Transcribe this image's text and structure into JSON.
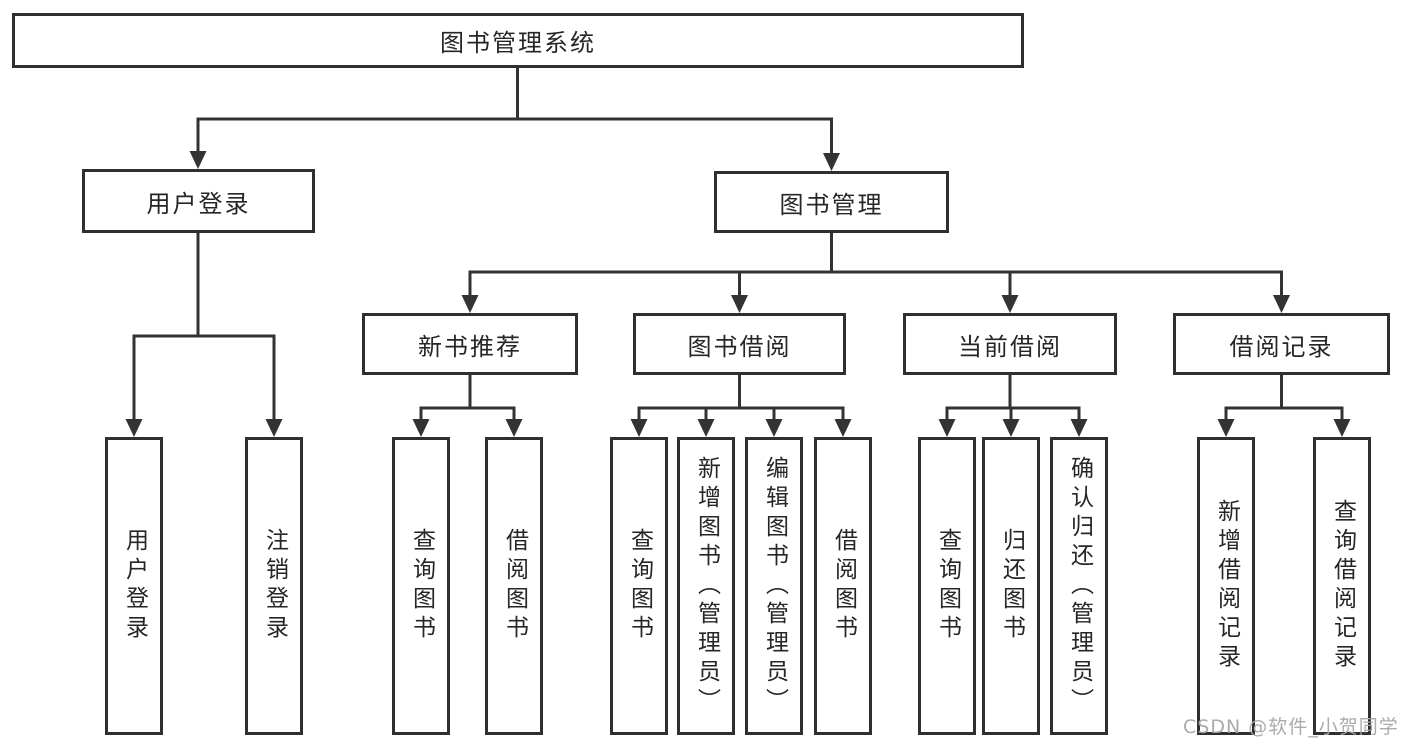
{
  "diagram": {
    "root": {
      "label": "图书管理系统"
    },
    "branches": [
      {
        "label": "用户登录",
        "children": [
          {
            "label": "用户登录"
          },
          {
            "label": "注销登录"
          }
        ]
      },
      {
        "label": "图书管理",
        "children": [
          {
            "label": "新书推荐",
            "children": [
              {
                "label": "查询图书"
              },
              {
                "label": "借阅图书"
              }
            ]
          },
          {
            "label": "图书借阅",
            "children": [
              {
                "label": "查询图书"
              },
              {
                "label": "新增图书（管理员）"
              },
              {
                "label": "编辑图书（管理员）"
              },
              {
                "label": "借阅图书"
              }
            ]
          },
          {
            "label": "当前借阅",
            "children": [
              {
                "label": "查询图书"
              },
              {
                "label": "归还图书"
              },
              {
                "label": "确认归还（管理员）"
              }
            ]
          },
          {
            "label": "借阅记录",
            "children": [
              {
                "label": "新增借阅记录"
              },
              {
                "label": "查询借阅记录"
              }
            ]
          }
        ]
      }
    ]
  },
  "watermark": {
    "text": "CSDN @软件_小贺同学"
  },
  "colors": {
    "line": "#333333",
    "box_border": "#2f2f2f",
    "text": "#262626",
    "watermark": "#a8a6a6",
    "background": "#ffffff"
  }
}
